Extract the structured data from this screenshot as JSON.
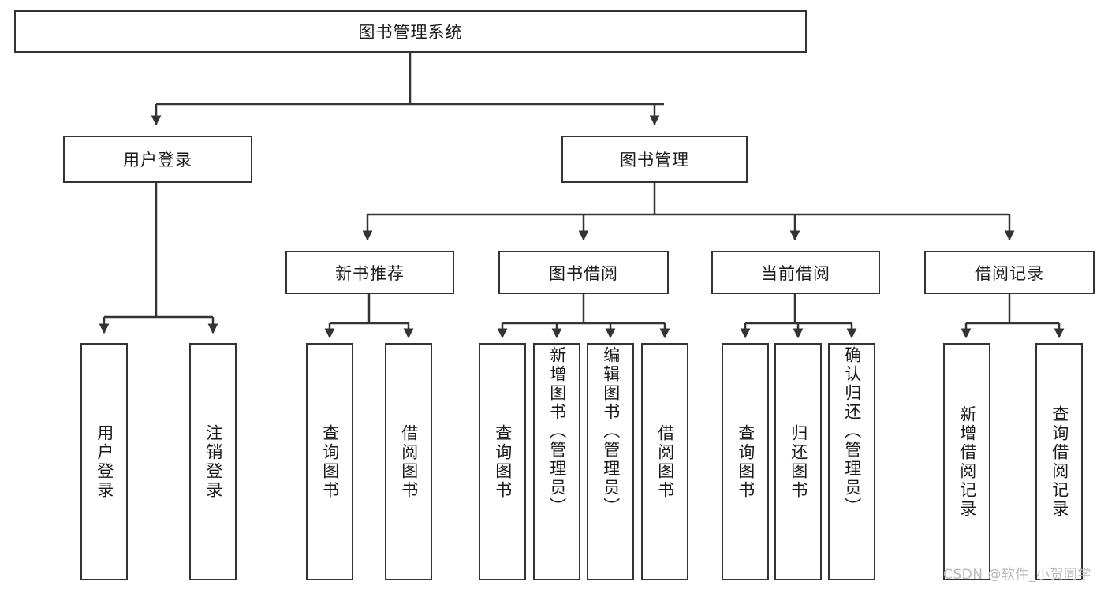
{
  "diagram": {
    "type": "tree-hierarchy",
    "title": "图书管理系统",
    "watermark": "CSDN @软件_小贺同学",
    "colors": {
      "stroke": "#333333",
      "fill": "#ffffff",
      "text": "#1a1a1a",
      "watermark": "#b9b9b9"
    }
  },
  "nodes": {
    "root": {
      "label": "图书管理系统",
      "level": 1
    },
    "level2": [
      {
        "id": "user-login",
        "label": "用户登录"
      },
      {
        "id": "book-management",
        "label": "图书管理"
      }
    ],
    "level3": [
      {
        "id": "new-book-recommend",
        "label": "新书推荐",
        "parent": "book-management"
      },
      {
        "id": "book-borrow",
        "label": "图书借阅",
        "parent": "book-management"
      },
      {
        "id": "current-borrow",
        "label": "当前借阅",
        "parent": "book-management"
      },
      {
        "id": "borrow-record",
        "label": "借阅记录",
        "parent": "book-management"
      }
    ],
    "leaves": [
      {
        "id": "leaf-user-login",
        "label": "用户登录",
        "parent": "user-login"
      },
      {
        "id": "leaf-user-logout",
        "label": "注销登录",
        "parent": "user-login"
      },
      {
        "id": "leaf-query-book-1",
        "label": "查询图书",
        "parent": "new-book-recommend"
      },
      {
        "id": "leaf-borrow-book-1",
        "label": "借阅图书",
        "parent": "new-book-recommend"
      },
      {
        "id": "leaf-query-book-2",
        "label": "查询图书",
        "parent": "book-borrow"
      },
      {
        "id": "leaf-add-book",
        "label": "新增图书（管理员）",
        "parent": "book-borrow"
      },
      {
        "id": "leaf-edit-book",
        "label": "编辑图书（管理员）",
        "parent": "book-borrow"
      },
      {
        "id": "leaf-borrow-book-2",
        "label": "借阅图书",
        "parent": "book-borrow"
      },
      {
        "id": "leaf-query-book-3",
        "label": "查询图书",
        "parent": "current-borrow"
      },
      {
        "id": "leaf-return-book",
        "label": "归还图书",
        "parent": "current-borrow"
      },
      {
        "id": "leaf-confirm-return",
        "label": "确认归还（管理员）",
        "parent": "current-borrow"
      },
      {
        "id": "leaf-add-record",
        "label": "新增借阅记录",
        "parent": "borrow-record"
      },
      {
        "id": "leaf-query-record",
        "label": "查询借阅记录",
        "parent": "borrow-record"
      }
    ]
  }
}
